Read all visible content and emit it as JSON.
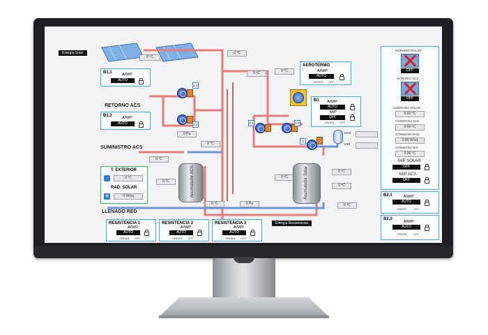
{
  "buttons": {
    "energia_solar": "Energía Solar",
    "energia_resistencias": "Energía Resistencias"
  },
  "labels": {
    "retorno": "RETORNO ACS",
    "suministro": "SUMINISTRO ACS",
    "llenado": "LLENADO RED",
    "acs_tank": "Acumulador ACS",
    "solar_tank": "Acumulador Solar"
  },
  "readings": {
    "top_temp": "0 °C",
    "left_temp_1": "0 °C",
    "mid_temp_1": "0 °C",
    "pressure_1": "0 Pa",
    "mid_temp_2": "0 °C",
    "supply_temp": "0 °C",
    "acs_tank_temp": "0 °C",
    "acs_low_temp": "0 °C",
    "pressure_2": "0 Pa",
    "solar_low_temp": "0 °C",
    "solar_right_temp": "0 °C",
    "solar_right_temp_2": "0 °C",
    "solar_bottom_temp": "0 °C",
    "circuit_temp": "0 °C"
  },
  "left_controls": [
    {
      "title": "B1.1",
      "mode_label": "A/M/P",
      "value": "AUTO"
    },
    {
      "title": "B1.2",
      "mode_label": "A/M/P",
      "value": "AUTO"
    }
  ],
  "aerotermo": {
    "title": "AEROTERMO",
    "mode_label": "A/M/P",
    "value": "AUTO",
    "orden": "ORDEN",
    "state": "OFF"
  },
  "b1": {
    "title": "B1",
    "mode_label": "A/M/P",
    "value": "AUTO",
    "mp_label": "M/P",
    "mp_value": "OFF",
    "orden": "ORDEN",
    "state": "OFF"
  },
  "pump_tags": {
    "t11": "1.1",
    "t12": "1.2",
    "t21": "2.1",
    "t22": "2.2",
    "t3": "3"
  },
  "gauge_labels": {
    "g1": "MAX",
    "g2": "MIN"
  },
  "env": {
    "exterior_title": "T. EXTERIOR",
    "exterior_value": "0 °C",
    "solar_title": "RAD. SOLAR",
    "solar_value": "0 W/sq"
  },
  "resistencias": [
    {
      "title": "RESISTENCIA 1",
      "mode_label": "A/M/P",
      "value": "AUTO",
      "orden": "ORDEN",
      "state": "OFF"
    },
    {
      "title": "RESISTENCIA 2",
      "mode_label": "A/M/P",
      "value": "AUTO",
      "orden": "ORDEN",
      "state": "OFF"
    },
    {
      "title": "RESISTENCIA 3",
      "mode_label": "A/M/P",
      "value": "AUTO",
      "orden": "ORDEN",
      "state": "OFF"
    }
  ],
  "right_panel": {
    "horario_solar": "HORARIO SOLAR",
    "horario_solar_state": "OFF",
    "horario_acs": "HORARIO ACS",
    "horario_acs_state": "OFF",
    "consigna_solar": "CONSIGNA SOLAR",
    "consigna_solar_value": "0.00 °C",
    "consigna_acs": "CONSIGNA ACS",
    "consigna_acs_value": "0.00 °C",
    "consigna_rad": "CONSIGNA RAD.",
    "consigna_rad_value": "0.00 W/sq",
    "consigna_dis": "CONSIGNA DIS",
    "consigna_dis_value": "0.00 °C",
    "mp_solar": "M/P SOLAR",
    "mp_solar_value": "OFF",
    "mp_acs": "M/P ACS",
    "mp_acs_value": "OFF"
  },
  "b21": {
    "title": "B2.1",
    "mode_label": "A/M/P",
    "value": "AUTO",
    "orden": "ORDEN",
    "state": "OFF"
  },
  "b22": {
    "title": "B2.2",
    "mode_label": "A/M/P",
    "value": "AUTO",
    "orden": "ORDEN",
    "state": "OFF"
  },
  "colors": {
    "hot_pipe": "#e87a7a",
    "cold_pipe": "#6d93d6",
    "panel_border": "#4aa3d6",
    "pump": "#1c3fa3"
  }
}
